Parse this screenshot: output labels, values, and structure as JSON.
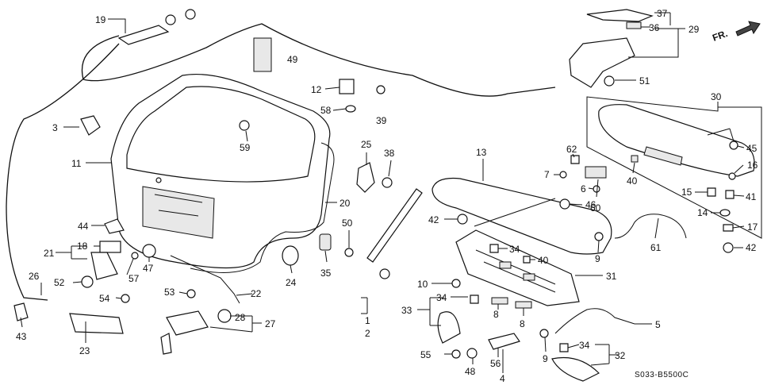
{
  "orientation_label": "FR.",
  "drawing_code": "S033-B5500C",
  "callouts": [
    "1",
    "2",
    "3",
    "4",
    "5",
    "6",
    "7",
    "8",
    "8",
    "9",
    "9",
    "10",
    "11",
    "12",
    "13",
    "14",
    "15",
    "16",
    "17",
    "18",
    "19",
    "20",
    "21",
    "22",
    "23",
    "24",
    "25",
    "26",
    "27",
    "28",
    "29",
    "30",
    "31",
    "32",
    "33",
    "34",
    "34",
    "34",
    "35",
    "36",
    "37",
    "38",
    "39",
    "40",
    "40",
    "41",
    "42",
    "42",
    "43",
    "44",
    "45",
    "46",
    "47",
    "48",
    "49",
    "50",
    "51",
    "52",
    "53",
    "54",
    "55",
    "56",
    "57",
    "58",
    "59",
    "60",
    "61",
    "62"
  ]
}
